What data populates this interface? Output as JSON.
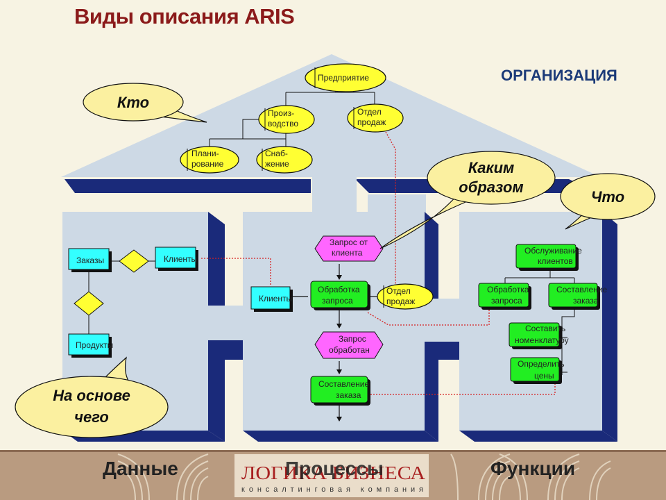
{
  "title": "Виды описания ARIS",
  "organization_label": "ОРГАНИЗАЦИЯ",
  "callouts": {
    "who": "Кто",
    "how_1": "Каким",
    "how_2": "образом",
    "what": "Что",
    "basis_1": "На основе",
    "basis_2": "чего"
  },
  "org_chart": {
    "enterprise": "Предприятие",
    "production_1": "Произ-",
    "production_2": "водство",
    "sales_1": "Отдел",
    "sales_2": "продаж",
    "planning_1": "Плани-",
    "planning_2": "рование",
    "supply_1": "Снаб-",
    "supply_2": "жение"
  },
  "data_view": {
    "orders": "Заказы",
    "clients": "Клиенты",
    "products": "Продукты"
  },
  "process_view": {
    "request_1": "Запрос от",
    "request_2": "клиента",
    "clients": "Клиенты",
    "processing_1": "Обработка",
    "processing_2": "запроса",
    "sales_1": "Отдел",
    "sales_2": "продаж",
    "processed_1": "Запрос",
    "processed_2": "обработан",
    "compose_1": "Составление",
    "compose_2": "заказа"
  },
  "function_view": {
    "service_1": "Обслуживание",
    "service_2": "клиентов",
    "processing_1": "Обработка",
    "processing_2": "запроса",
    "compose_1": "Составление",
    "compose_2": "заказа",
    "nomenclature_1": "Составить",
    "nomenclature_2": "номенклатуру",
    "prices_1": "Определить",
    "prices_2": "цены"
  },
  "footer": {
    "data": "Данные",
    "processes": "Процессы",
    "functions": "Функции",
    "logo": "ЛОГИКА БИЗНЕСА",
    "logo_sub": "консалтинговая компания"
  },
  "colors": {
    "title": "#8b1a1a",
    "navy": "#1a2a7a",
    "panel": "#cdd9e5",
    "yellow": "#ffff33",
    "cyan": "#33ffff",
    "green": "#22ee22",
    "magenta": "#ff66ff",
    "callout": "#fbf0a0"
  }
}
